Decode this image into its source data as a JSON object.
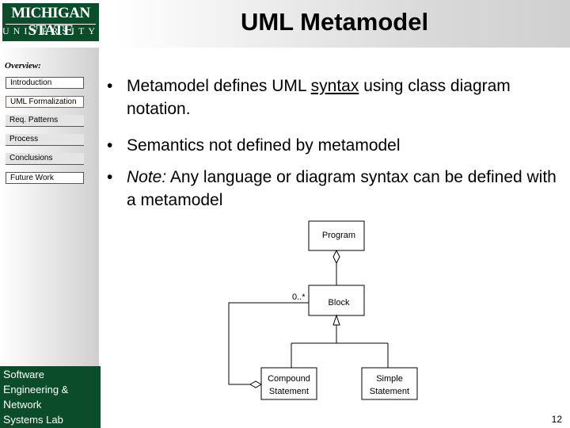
{
  "header": {
    "logo_top": "MICHIGAN STATE",
    "logo_bottom": "UNIVERSITY",
    "title": "UML Metamodel"
  },
  "sidebar": {
    "overview_label": "Overview:",
    "items": [
      {
        "label": "Introduction"
      },
      {
        "label": "UML Formalization"
      },
      {
        "label": "Req. Patterns"
      },
      {
        "label": "Process"
      },
      {
        "label": "Conclusions"
      },
      {
        "label": "Future Work"
      }
    ],
    "lab": [
      {
        "initial": "S",
        "rest": "oftware"
      },
      {
        "initial": "E",
        "rest": "ngineering &"
      },
      {
        "initial": "N",
        "rest": "etwork"
      },
      {
        "initial": "S",
        "rest": "ystems Lab"
      }
    ]
  },
  "bullets": [
    {
      "symbol": "•",
      "pre": "Metamodel defines UML ",
      "underlined": "syntax",
      "post": " using class diagram notation."
    },
    {
      "symbol": "•",
      "text": "Semantics not defined by metamodel"
    },
    {
      "symbol": "•",
      "italic": "Note:",
      "text": " Any language or diagram syntax can be defined with a metamodel"
    }
  ],
  "diagram": {
    "program": "Program",
    "block": "Block",
    "multiplicity": "0..*",
    "compound_line1": "Compound",
    "compound_line2": "Statement",
    "simple_line1": "Simple",
    "simple_line2": "Statement"
  },
  "page_number": "12"
}
